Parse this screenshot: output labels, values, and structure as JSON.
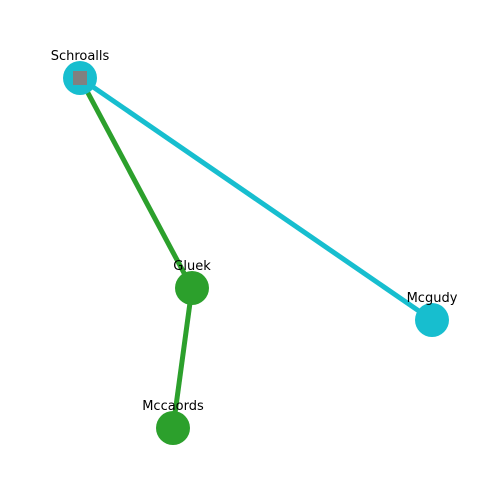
{
  "graph": {
    "nodes": [
      {
        "id": "schroalls",
        "label": "Schroalls",
        "color": "#17becf",
        "marker": "gray-square"
      },
      {
        "id": "gluek",
        "label": "Gluek",
        "color": "#2ca02c"
      },
      {
        "id": "mcgudy",
        "label": "Mcgudy",
        "color": "#17becf"
      },
      {
        "id": "mccaords",
        "label": "Mccaords",
        "color": "#2ca02c"
      }
    ],
    "edges": [
      {
        "source": "schroalls",
        "target": "gluek",
        "color": "#2ca02c"
      },
      {
        "source": "schroalls",
        "target": "mcgudy",
        "color": "#17becf"
      },
      {
        "source": "gluek",
        "target": "mccaords",
        "color": "#2ca02c"
      }
    ],
    "marker_color": "#808080"
  }
}
